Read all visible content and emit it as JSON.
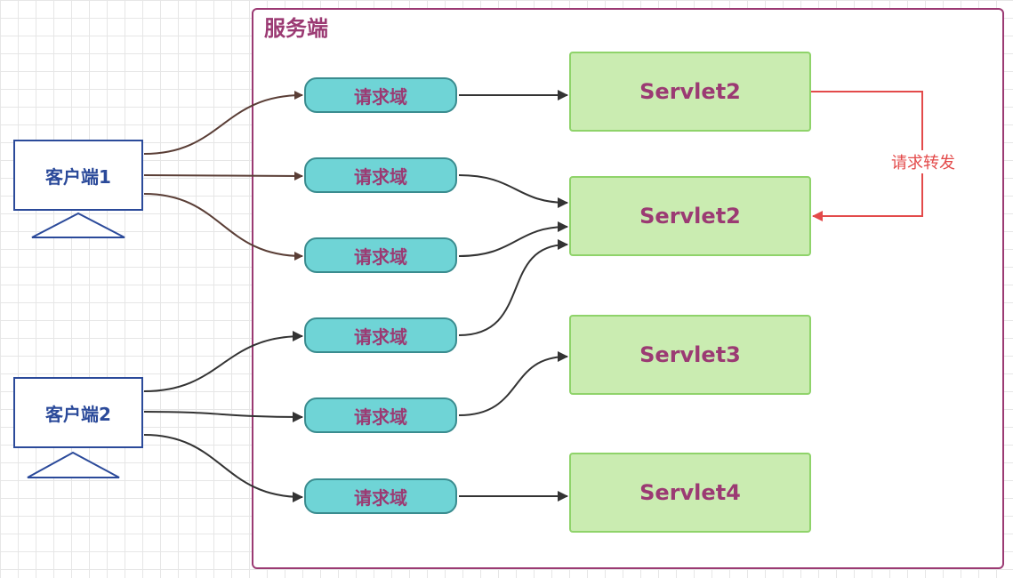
{
  "server": {
    "title": "服务端"
  },
  "clients": [
    {
      "label": "客户端1"
    },
    {
      "label": "客户端2"
    }
  ],
  "scopes": [
    {
      "label": "请求域"
    },
    {
      "label": "请求域"
    },
    {
      "label": "请求域"
    },
    {
      "label": "请求域"
    },
    {
      "label": "请求域"
    },
    {
      "label": "请求域"
    }
  ],
  "servlets": [
    {
      "label": "Servlet2"
    },
    {
      "label": "Servlet2"
    },
    {
      "label": "Servlet3"
    },
    {
      "label": "Servlet4"
    }
  ],
  "forward": {
    "label": "请求转发"
  },
  "colors": {
    "server_border": "#9b3a73",
    "client_border": "#2b4a9a",
    "scope_fill": "#6fd4d6",
    "servlet_fill": "#caecb1",
    "servlet_border": "#8fd36a",
    "client_arrow": "#5a3e36",
    "scope_arrow": "#333333",
    "forward_arrow": "#e34a4a"
  }
}
